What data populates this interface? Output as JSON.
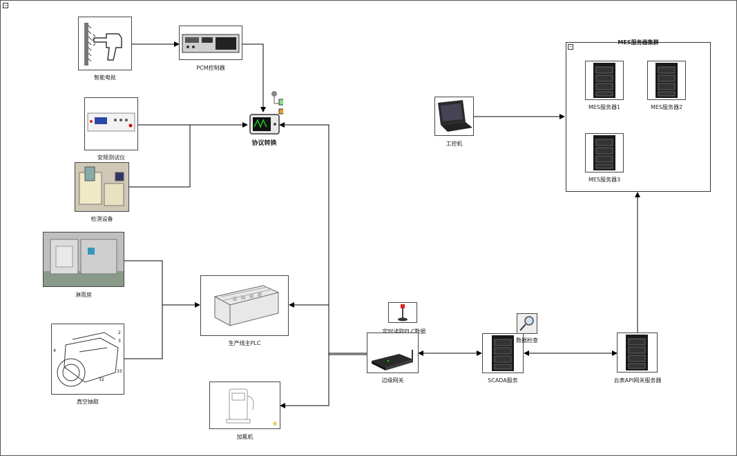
{
  "diagram": {
    "nodes": {
      "drill": "智能电批",
      "pcm": "PCM控制器",
      "protocol": "协议转换",
      "safety": "安规测试仪",
      "detect": "检测设备",
      "rain": "淋雨房",
      "vacuum": "真空抽取",
      "plc": "生产线主PLC",
      "fluorine": "加氟机",
      "edge": "边缘网关",
      "timer": "定时读取PLC数据",
      "scada": "SCADA服务",
      "datacheck": "数据检查",
      "cloud": "云表API网关服务器",
      "ipc": "工控机",
      "mes_group": "MES服务器集群",
      "mes1": "MES服务器1",
      "mes2": "MES服务器2",
      "mes3": "MES服务器3"
    },
    "colors": {
      "line": "#000000",
      "server": "#1a1a1a",
      "screen_green": "#1fc71f",
      "indicator_green": "#8be08b",
      "indicator_orange": "#f0a028",
      "beacon_red": "#e02020"
    }
  }
}
